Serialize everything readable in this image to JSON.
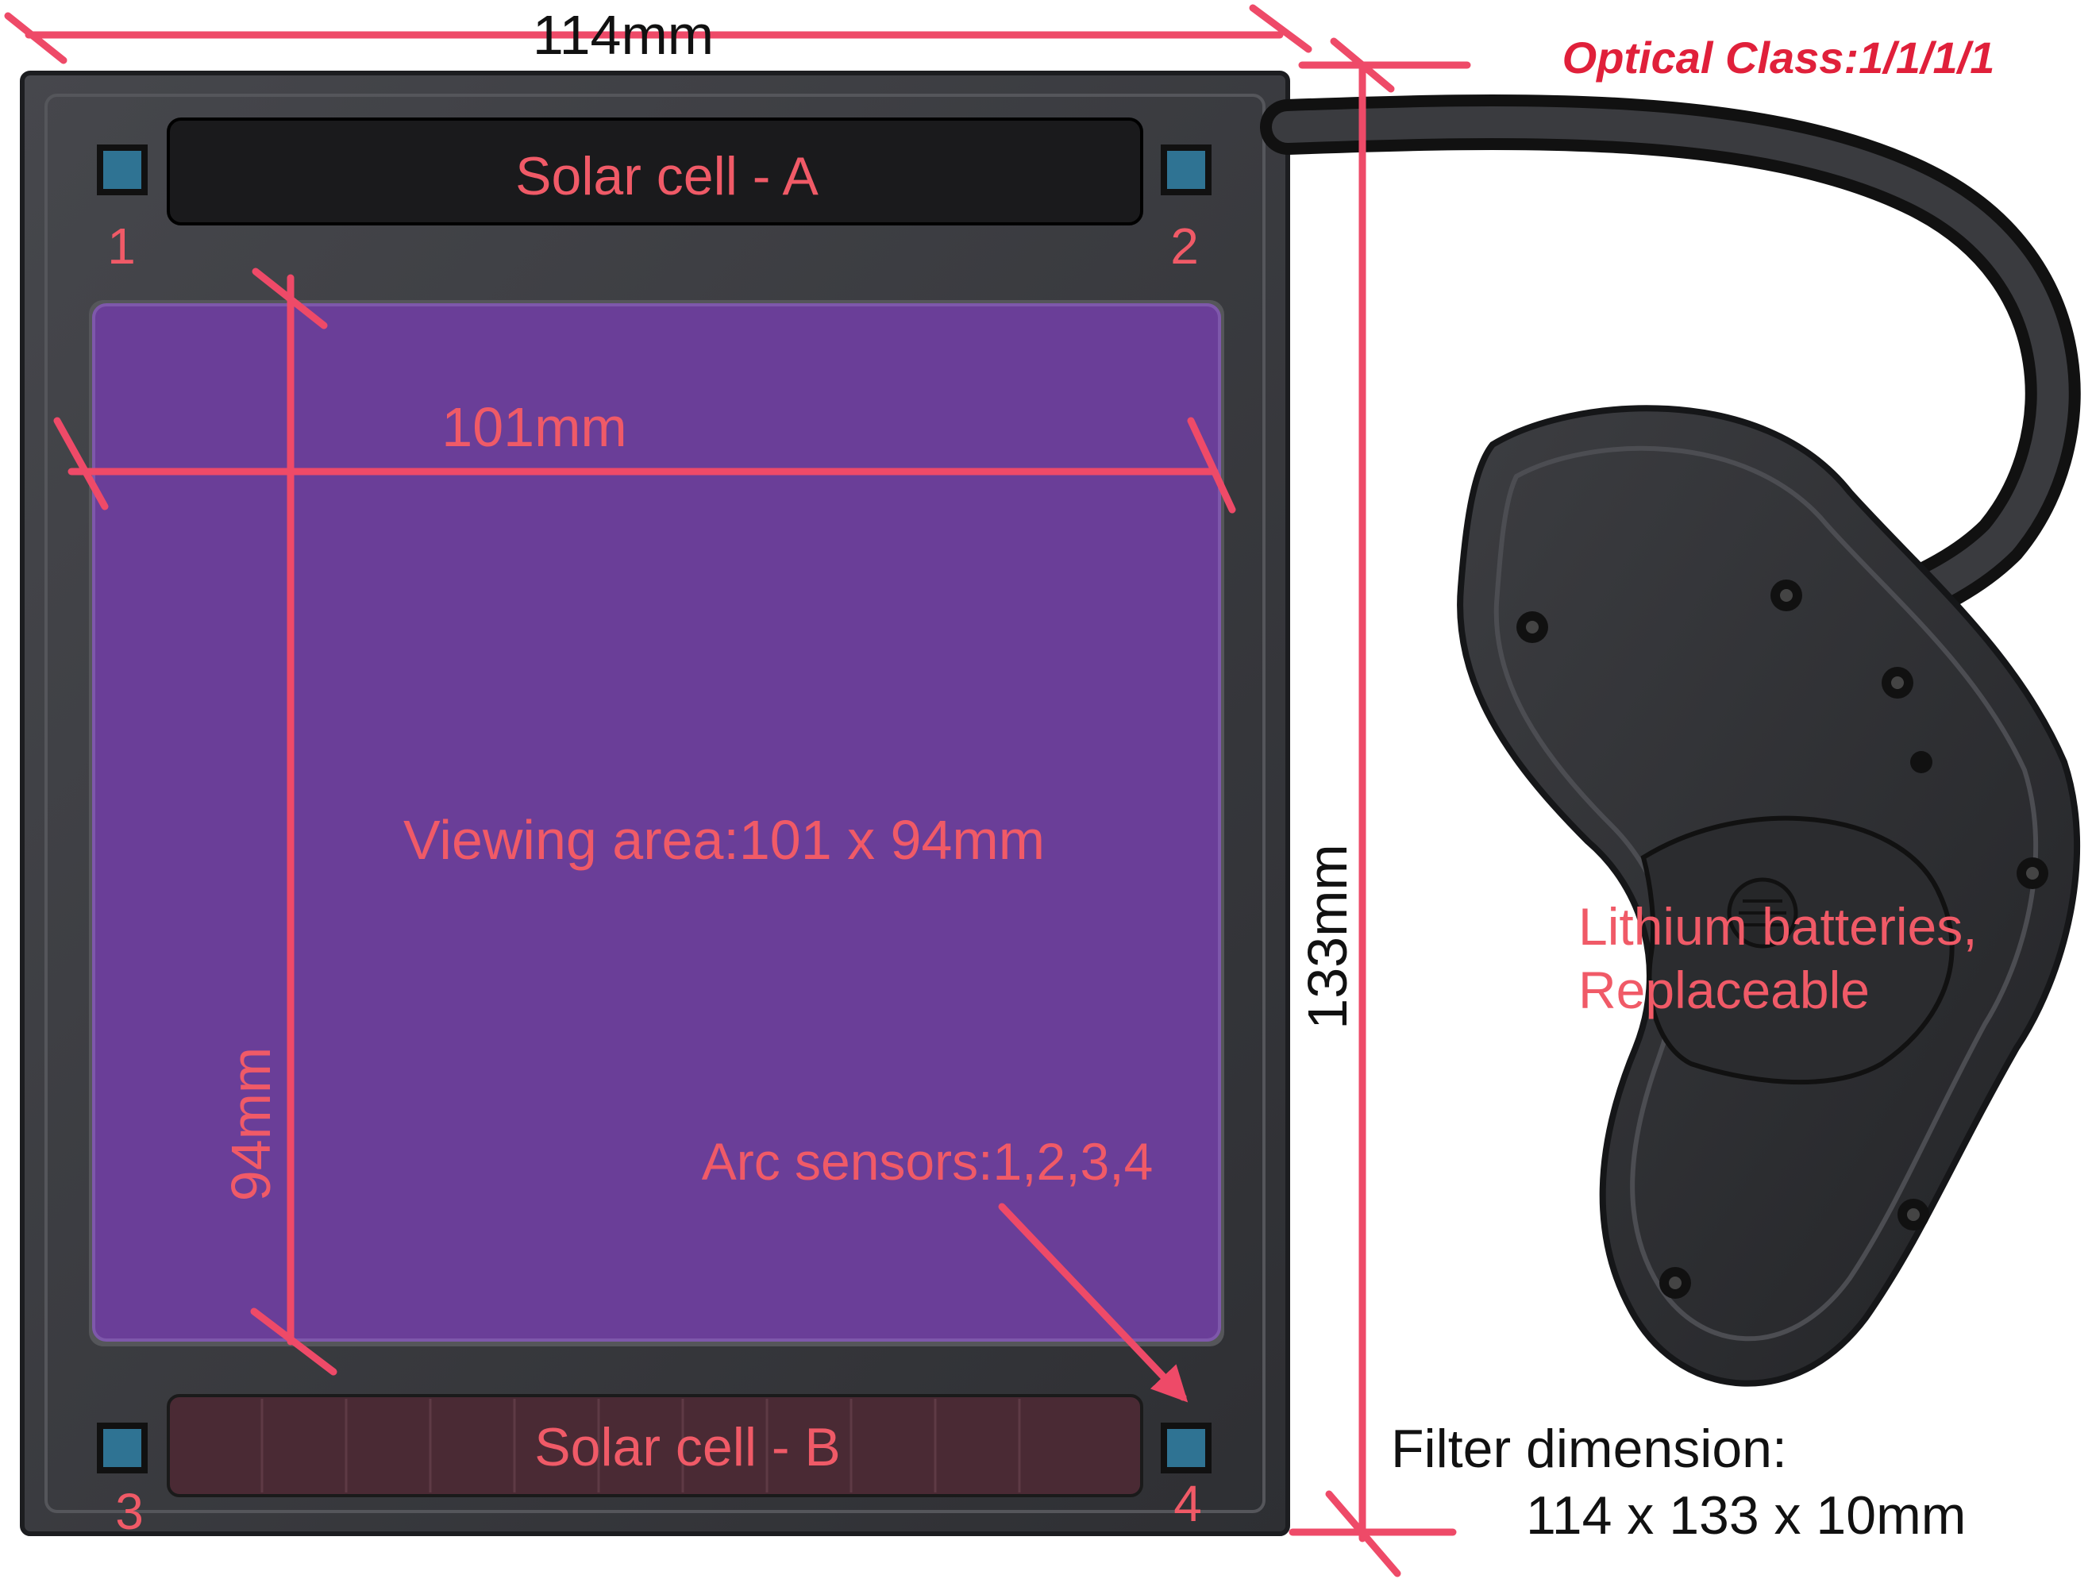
{
  "colors": {
    "annotation": "#f05a67",
    "dimension_line": "#ee4a68",
    "optical_class": "#e0203a",
    "frame": "#3a3b3f",
    "frame_edge": "#1c1d20",
    "viewing_area": "#6a3e98",
    "solar_cell_a": "#1a1a1c",
    "solar_cell_b": "#4a2a34",
    "sensor": "#2f7393",
    "battery_pack": "#2f3033",
    "dark_text": "#111111"
  },
  "header": {
    "optical_class": "Optical Class:1/1/1/1"
  },
  "dimensions": {
    "overall_width": "114mm",
    "overall_height": "133mm",
    "viewing_width": "101mm",
    "viewing_height": "94mm"
  },
  "labels": {
    "solar_cell_a": "Solar cell - A",
    "solar_cell_b": "Solar cell - B",
    "viewing_area": "Viewing area:101 x 94mm",
    "arc_sensors": "Arc sensors:1,2,3,4",
    "battery_line1": "Lithium batteries,",
    "battery_line2": "Replaceable"
  },
  "sensors": [
    {
      "number": "1"
    },
    {
      "number": "2"
    },
    {
      "number": "3"
    },
    {
      "number": "4"
    }
  ],
  "filter_spec": {
    "title": "Filter dimension:",
    "value": "114 x 133 x 10mm"
  },
  "icons": {
    "sensor": "square-sensor-icon",
    "screw": "screw-icon",
    "arrow": "arrow-icon"
  }
}
